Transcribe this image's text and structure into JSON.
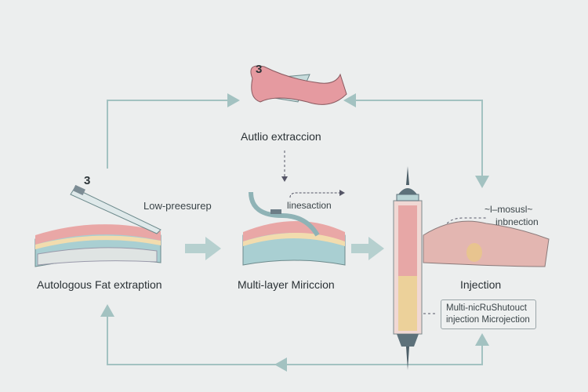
{
  "steps": {
    "top_number": "3",
    "left_number": "3",
    "top_label": "Autlio extraccion",
    "left_label": "Autologous Fat extraption",
    "middle_label": "Multi-layer Miriccion",
    "right_label": "Injection"
  },
  "annotations": {
    "low_pressure": "Low-preesurep",
    "middle_callout": "linesaction",
    "right_callout_line1": "~l–mosusl~",
    "right_callout_line2": "inbnection",
    "box_line1": "Multi-nicRuShutouct",
    "box_line2": "injection Microjection"
  },
  "colors": {
    "arrow": "#9fbfbf",
    "skin": "#e8a3a0",
    "fat": "#f1d9a8",
    "tissue_base": "#a9cfd2"
  }
}
